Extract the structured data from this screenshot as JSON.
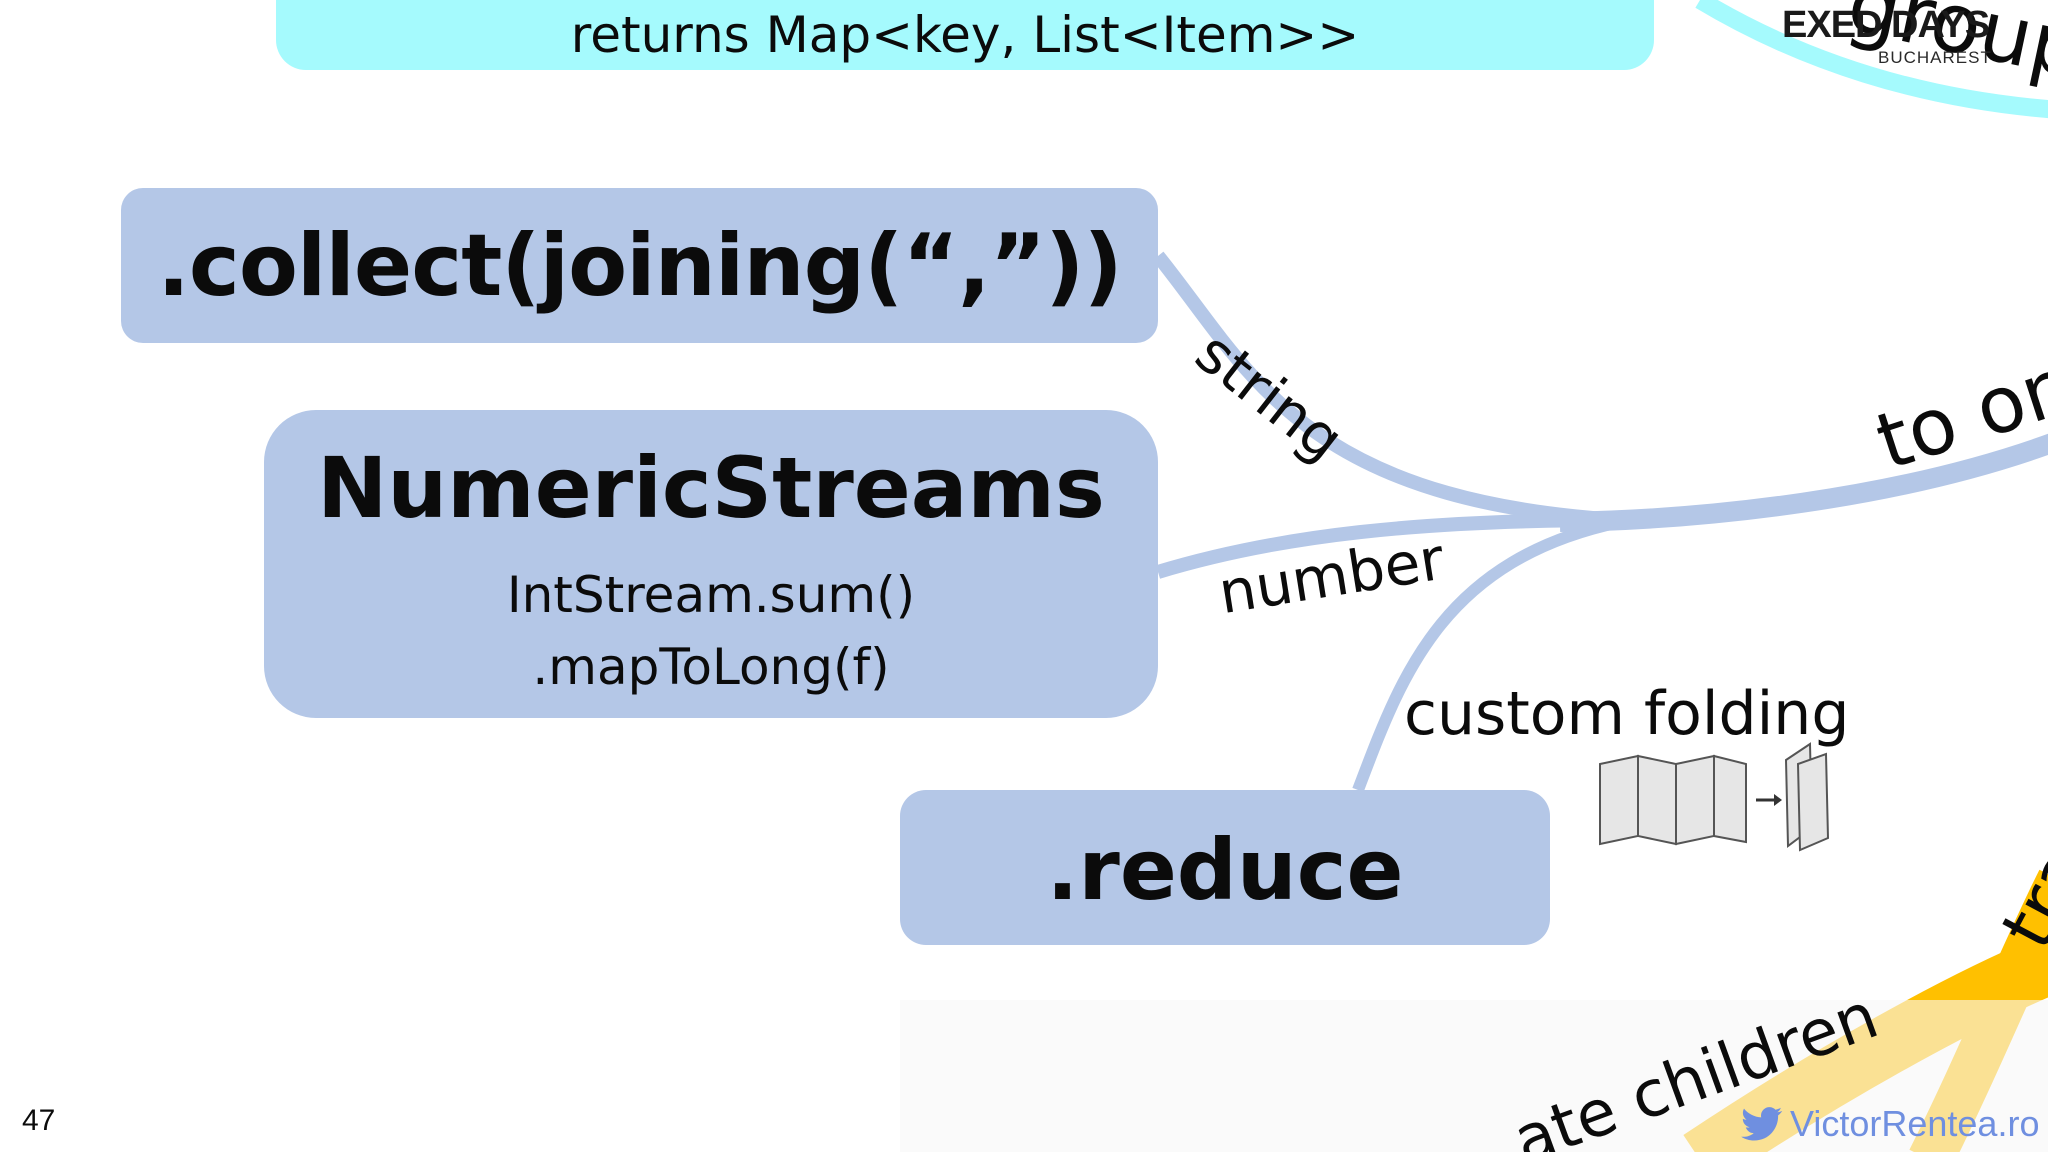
{
  "slide": {
    "page_number": "47",
    "top_box_text": "returns Map<key, List<Item>>",
    "collect_text": ".collect(joining(“,”))",
    "numeric_title": "NumericStreams",
    "numeric_line1": "IntStream.sum()",
    "numeric_line2": ".mapToLong(f)",
    "reduce_text": ".reduce",
    "edge_string": "string",
    "edge_number": "number",
    "edge_custom": "custom folding",
    "edge_to_one": "to on",
    "edge_children": "ate children",
    "edge_tra": "tra",
    "edge_group": "group",
    "logo_main": "EXED DAYS",
    "logo_sub": "BUCHAREST",
    "twitter_handle": "VictorRentea.ro"
  },
  "colors": {
    "box_fill": "#b4c7e7",
    "top_box_fill": "#a5fafd",
    "connector": "#b4c7e7",
    "yellow_branch": "#ffc000",
    "twitter": "#6f8fe0"
  },
  "icons": [
    "folding-paper-icon",
    "twitter-bird-icon"
  ]
}
